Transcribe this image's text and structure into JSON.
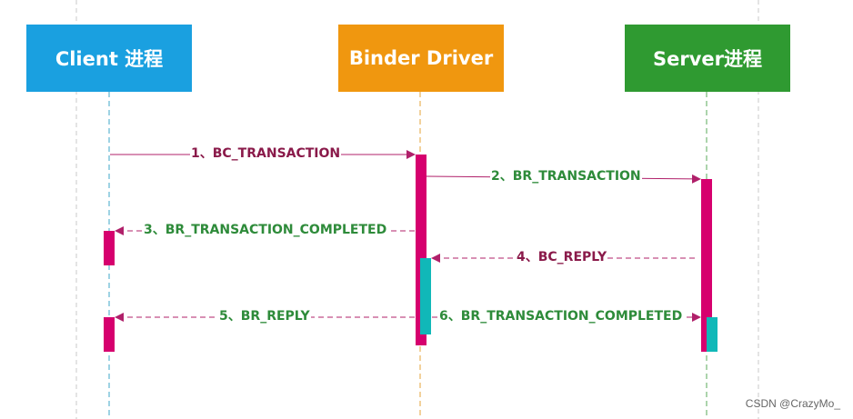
{
  "participants": {
    "client": "Client 进程",
    "binder": "Binder Driver",
    "server": "Server进程"
  },
  "messages": [
    {
      "label": "1、BC_TRANSACTION",
      "style": "solid",
      "color": "#8a1a4a"
    },
    {
      "label": "2、BR_TRANSACTION",
      "style": "solid",
      "color": "#2e8b3a"
    },
    {
      "label": "3、BR_TRANSACTION_COMPLETED",
      "style": "dashed",
      "color": "#2e8b3a"
    },
    {
      "label": "4、BC_REPLY",
      "style": "dashed",
      "color": "#8a1a4a"
    },
    {
      "label": "5、BR_REPLY",
      "style": "dashed",
      "color": "#2e8b3a"
    },
    {
      "label": "6、BR_TRANSACTION_COMPLETED",
      "style": "dashed",
      "color": "#2e8b3a"
    }
  ],
  "watermark": "CSDN @CrazyMo_",
  "colors": {
    "client": "#1aa0e0",
    "binder": "#f0970f",
    "server": "#2f9a31",
    "activation": "#d6006e",
    "activation_secondary": "#10b8b8",
    "arrow": "#b0206a"
  }
}
